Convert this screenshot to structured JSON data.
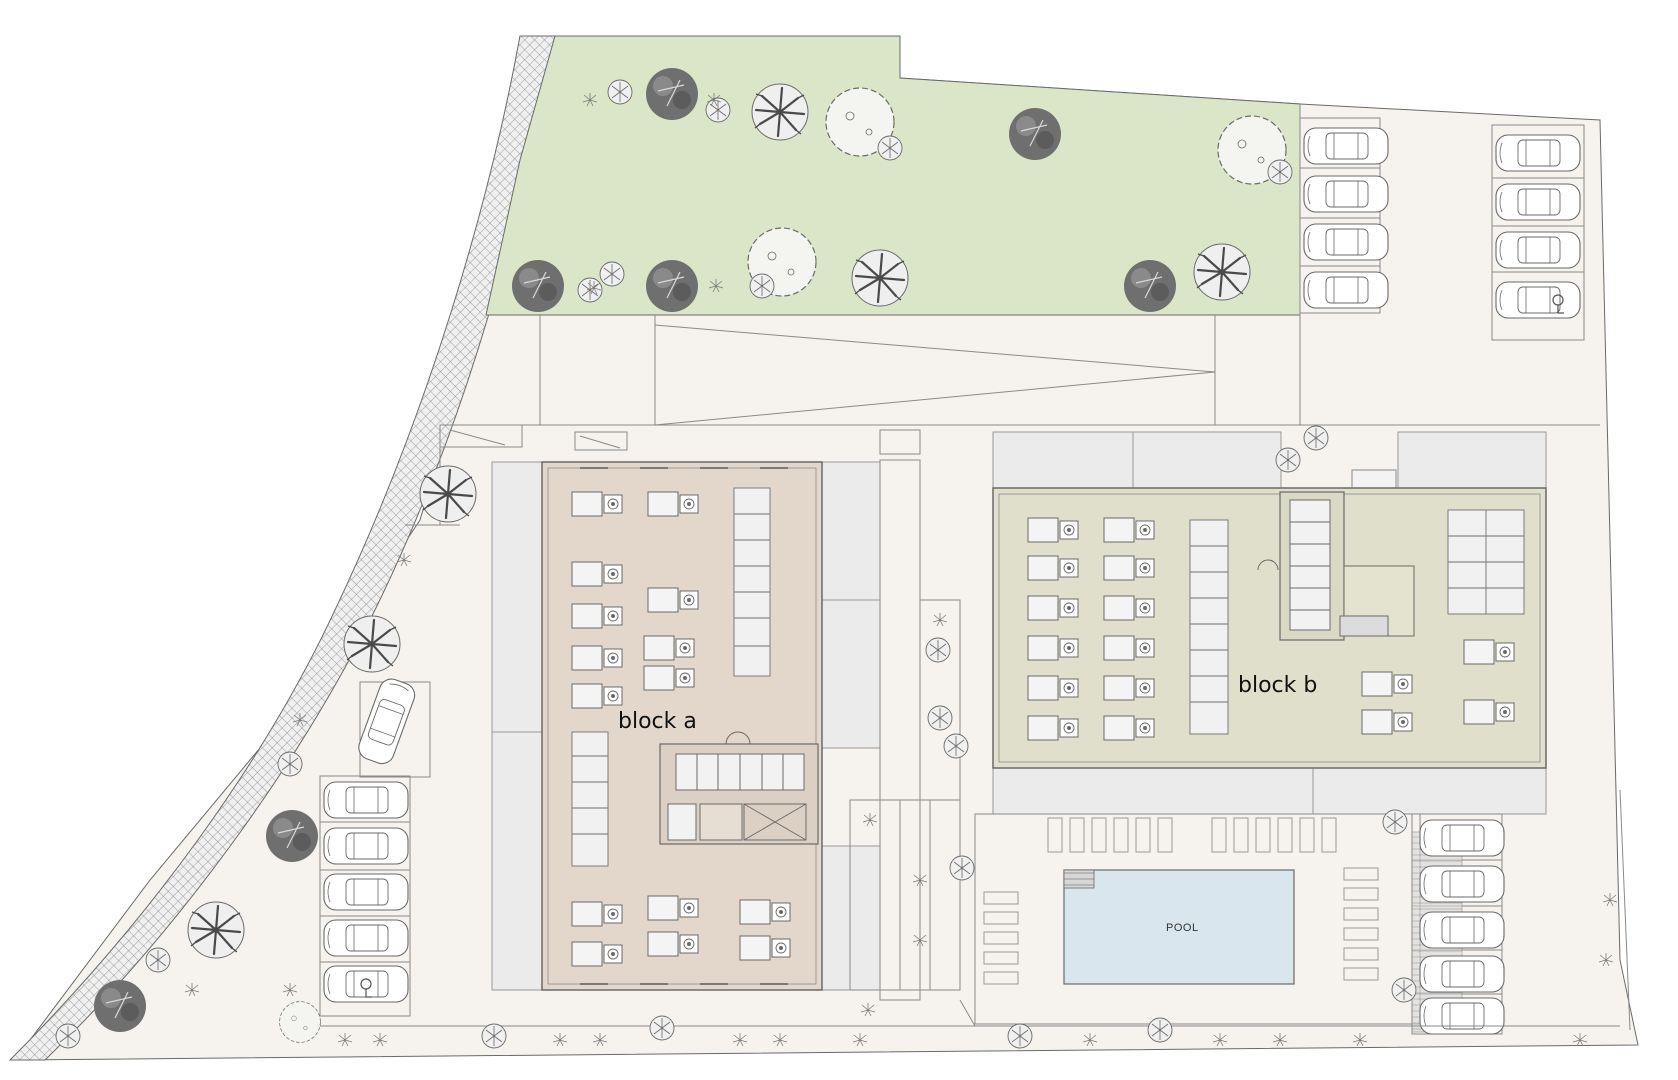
{
  "labels": {
    "block_a": "block a",
    "block_b": "block b",
    "pool": "POOL"
  },
  "colors": {
    "site_ground": "#f6f3ee",
    "lawn": "#dbe5c8",
    "block_a_floor": "#e3d7cc",
    "block_b_floor": "#dfdfcc",
    "pool_water": "#d9e6ee",
    "terrace": "#ebebeb",
    "line": "#7a7a7a",
    "tree_dark": "#6e6e6e"
  },
  "icons": [
    "tree-icon",
    "shrub-icon",
    "car-icon",
    "bed-icon",
    "wardrobe-icon",
    "stair-icon",
    "accessible-parking-icon"
  ]
}
